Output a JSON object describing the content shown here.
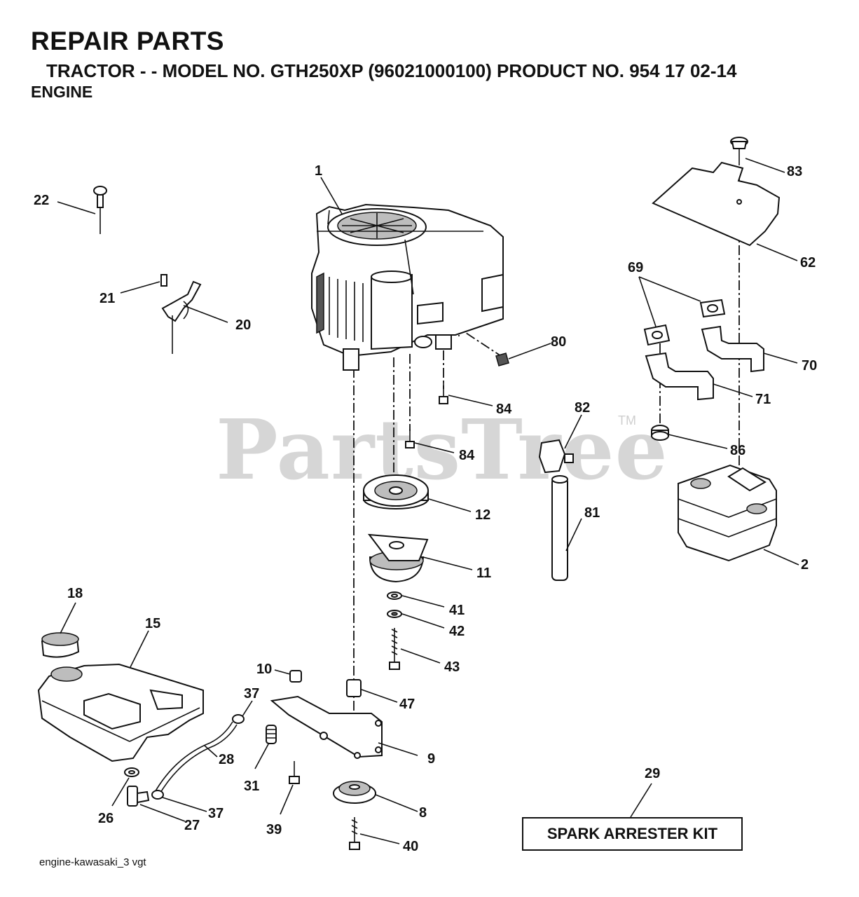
{
  "header": {
    "title": "REPAIR PARTS",
    "subtitle": "TRACTOR - - MODEL NO. GTH250XP (96021000100) PRODUCT NO. 954 17 02-14",
    "section": "ENGINE"
  },
  "watermark": {
    "text": "PartsTree",
    "tm": "TM"
  },
  "kit_label": "SPARK ARRESTER KIT",
  "footer": "engine-kawasaki_3 vgt",
  "callouts": {
    "p1": "1",
    "p2": "2",
    "p8": "8",
    "p9": "9",
    "p10": "10",
    "p11": "11",
    "p12": "12",
    "p15": "15",
    "p18": "18",
    "p20": "20",
    "p21": "21",
    "p22": "22",
    "p26": "26",
    "p27": "27",
    "p28": "28",
    "p29": "29",
    "p31": "31",
    "p37a": "37",
    "p37b": "37",
    "p39": "39",
    "p40": "40",
    "p41": "41",
    "p42": "42",
    "p43": "43",
    "p47": "47",
    "p62": "62",
    "p69": "69",
    "p70": "70",
    "p71": "71",
    "p80": "80",
    "p81": "81",
    "p82": "82",
    "p83": "83",
    "p84a": "84",
    "p84b": "84",
    "p86": "86"
  }
}
